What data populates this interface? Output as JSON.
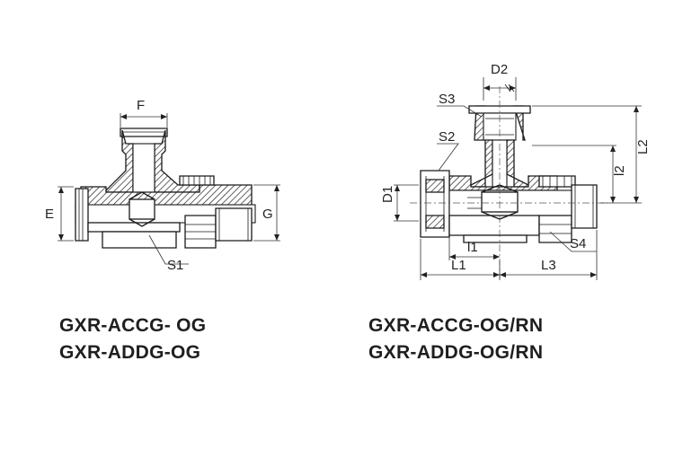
{
  "left_fitting": {
    "labels": {
      "F": "F",
      "E": "E",
      "G": "G",
      "S1": "S1"
    },
    "captions": [
      "GXR-ACCG- OG",
      "GXR-ADDG-OG"
    ]
  },
  "right_fitting": {
    "labels": {
      "D2": "D2",
      "S3": "S3",
      "S2": "S2",
      "D1": "D1",
      "L2": "L2",
      "l2": "l2",
      "l1": "l1",
      "L1": "L1",
      "L3": "L3",
      "S4": "S4"
    },
    "captions": [
      "GXR-ACCG-OG/RN",
      "GXR-ADDG-OG/RN"
    ]
  }
}
